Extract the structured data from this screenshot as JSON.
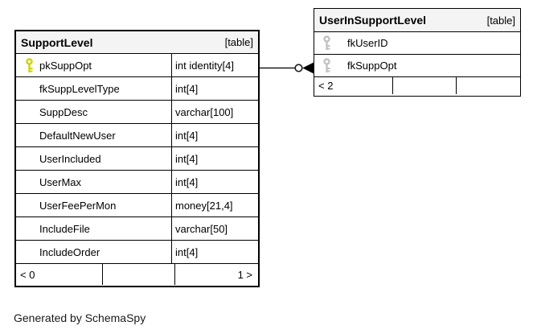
{
  "diagram": {
    "generated_by": "Generated by SchemaSpy"
  },
  "colors": {
    "primary_key": "#ccd400",
    "foreign_key": "#c2c2c2",
    "header_bg": "#f4f4f4",
    "border": "#000000",
    "line": "#1a1a1a"
  },
  "tables": [
    {
      "name": "SupportLevel",
      "badge": "[table]",
      "columns": [
        {
          "name": "pkSuppOpt",
          "type": "int identity[4]",
          "key": "primary-key-icon"
        },
        {
          "name": "fkSuppLevelType",
          "type": "int[4]",
          "key": ""
        },
        {
          "name": "SuppDesc",
          "type": "varchar[100]",
          "key": ""
        },
        {
          "name": "DefaultNewUser",
          "type": "int[4]",
          "key": ""
        },
        {
          "name": "UserIncluded",
          "type": "int[4]",
          "key": ""
        },
        {
          "name": "UserMax",
          "type": "int[4]",
          "key": ""
        },
        {
          "name": "UserFeePerMon",
          "type": "money[21,4]",
          "key": ""
        },
        {
          "name": "IncludeFile",
          "type": "varchar[50]",
          "key": ""
        },
        {
          "name": "IncludeOrder",
          "type": "int[4]",
          "key": ""
        }
      ],
      "footer": {
        "left": "< 0",
        "middle": "",
        "right": "1 >"
      }
    },
    {
      "name": "UserInSupportLevel",
      "badge": "[table]",
      "columns": [
        {
          "name": "fkUserID",
          "key": "primary-key-icon"
        },
        {
          "name": "fkSuppOpt",
          "key": "primary-key-icon"
        }
      ],
      "footer": {
        "left": "< 2",
        "middle": "",
        "right": ""
      }
    }
  ]
}
